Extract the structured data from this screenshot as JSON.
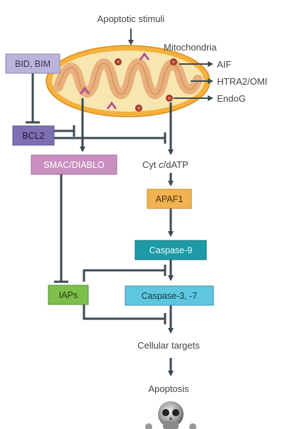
{
  "diagram": {
    "top_label": "Apoptotic stimuli",
    "organelle_label": "Mitochondria",
    "released": {
      "aif": "AIF",
      "htra2": "HTRA2/OMI",
      "endog": "EndoG"
    },
    "nodes": {
      "bid_bim": "BID, BIM",
      "bcl2": "BCL2",
      "smac": "SMAC/DIABLO",
      "cyt_c_prefix": "Cyt ",
      "cyt_c_italic": "c",
      "cyt_c_suffix": "/dATP",
      "apaf1": "APAF1",
      "caspase9": "Caspase-9",
      "caspase37": "Caspase-3, -7",
      "iaps": "IAPs",
      "cellular_targets": "Cellular targets",
      "apoptosis": "Apoptosis"
    },
    "colors": {
      "bid_bim_fill": "#b9b4d9",
      "bcl2_fill": "#7e6fb3",
      "smac_fill": "#c98fc0",
      "apaf1_fill": "#f2b24f",
      "caspase9_fill": "#1d9aa6",
      "caspase37_fill": "#5ec6de",
      "iaps_fill": "#7cbf4a",
      "mito_outer": "#f4b13c",
      "mito_inner": "#e9b07d",
      "line": "#3d4a4f"
    },
    "icons": [
      "mitochondrion-icon",
      "skull-icon"
    ]
  }
}
